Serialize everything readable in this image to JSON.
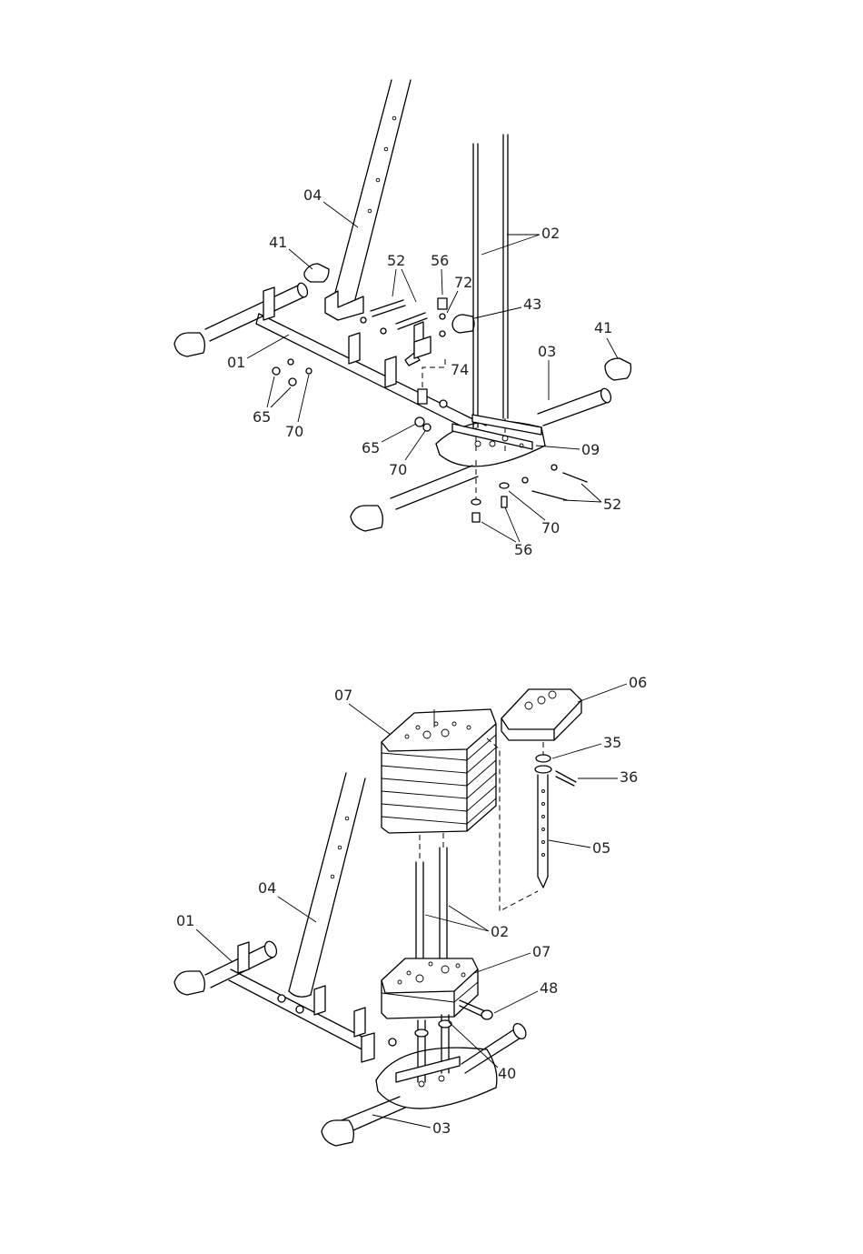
{
  "figure_top": {
    "labels": {
      "p04": "04",
      "p41a": "41",
      "p52": "52",
      "p56a": "56",
      "p72": "72",
      "p02": "02",
      "p43": "43",
      "p03": "03",
      "p41b": "41",
      "p01": "01",
      "p74": "74",
      "p65a": "65",
      "p70a": "70",
      "p65b": "65",
      "p70b": "70",
      "p09": "09",
      "p52b": "52",
      "p70c": "70",
      "p56b": "56"
    }
  },
  "figure_bottom": {
    "labels": {
      "p07a": "07",
      "p06": "06",
      "p35": "35",
      "p36": "36",
      "p05": "05",
      "p04": "04",
      "p01": "01",
      "p02": "02",
      "p07b": "07",
      "p48": "48",
      "p40": "40",
      "p03": "03"
    }
  }
}
